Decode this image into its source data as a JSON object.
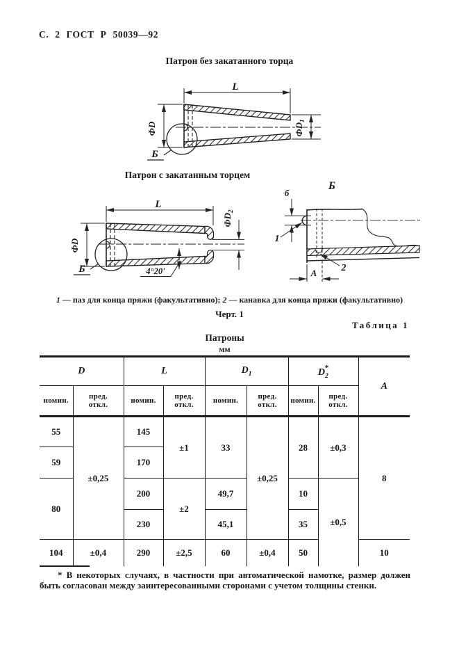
{
  "page_header": "С. 2 ГОСТ Р 50039—92",
  "figure1": {
    "title": "Патрон без закатанного торца",
    "dim_length": "L",
    "dim_diameter": "ФD",
    "dim_diameter1_base": "ФD",
    "dim_diameter1_sub": "1",
    "detail_label": "Б"
  },
  "figure2": {
    "title": "Патрон с закатанным торцем",
    "dim_length": "L",
    "dim_diameter": "ФD",
    "dim_diameter2_base": "ФD",
    "dim_diameter2_sub": "2",
    "angle": "4°20'",
    "detail_label": "Б"
  },
  "detail_view": {
    "view_label": "Б",
    "dim_b": "б",
    "callout_1": "1",
    "callout_2": "2",
    "dim_a": "А"
  },
  "legend": {
    "item1_num": "1",
    "item1_text": "— паз для конца пряжи (факультативно);",
    "item2_num": "2",
    "item2_text": "— канавка для конца пряжи (факультативно)"
  },
  "figure_number": "Черт. 1",
  "table": {
    "caption": "Таблица 1",
    "title": "Патроны",
    "units": "мм",
    "groups": {
      "d": {
        "base": "D"
      },
      "l": {
        "base": "L"
      },
      "d1": {
        "base": "D",
        "sub": "1"
      },
      "d2": {
        "base": "D",
        "sub": "2",
        "sup": "*"
      },
      "a": {
        "base": "А"
      }
    },
    "subheader": {
      "nominal": "номин.",
      "deviation": "пред. откл."
    },
    "rows": {
      "r1": {
        "d_nom": "55",
        "d_dev": "±0,25",
        "l_nom": "145",
        "l_dev": "±1",
        "d1_nom": "33",
        "d1_dev": "±0,25",
        "d2_nom": "28",
        "d2_dev": "±0,3",
        "a": "8"
      },
      "r2": {
        "d_nom": "59",
        "l_nom": "170"
      },
      "r3": {
        "d_nom": "80",
        "l_nom": "200",
        "l_dev": "±2",
        "d1_nom": "49,7",
        "d2_nom": "10",
        "d2_dev": "±0,5"
      },
      "r4": {
        "l_nom": "230",
        "d1_nom": "45,1",
        "d2_nom": "35"
      },
      "r5": {
        "d_nom": "104",
        "d_dev": "±0,4",
        "l_nom": "290",
        "l_dev": "±2,5",
        "d1_nom": "60",
        "d1_dev": "±0,4",
        "d2_nom": "50",
        "a": "10"
      }
    }
  },
  "footnote": {
    "marker": "*",
    "text": "В некоторых случаях, в частности при автоматической намотке, размер должен быть согласован между заинтересованными сторонами с учетом толщины стенки."
  }
}
